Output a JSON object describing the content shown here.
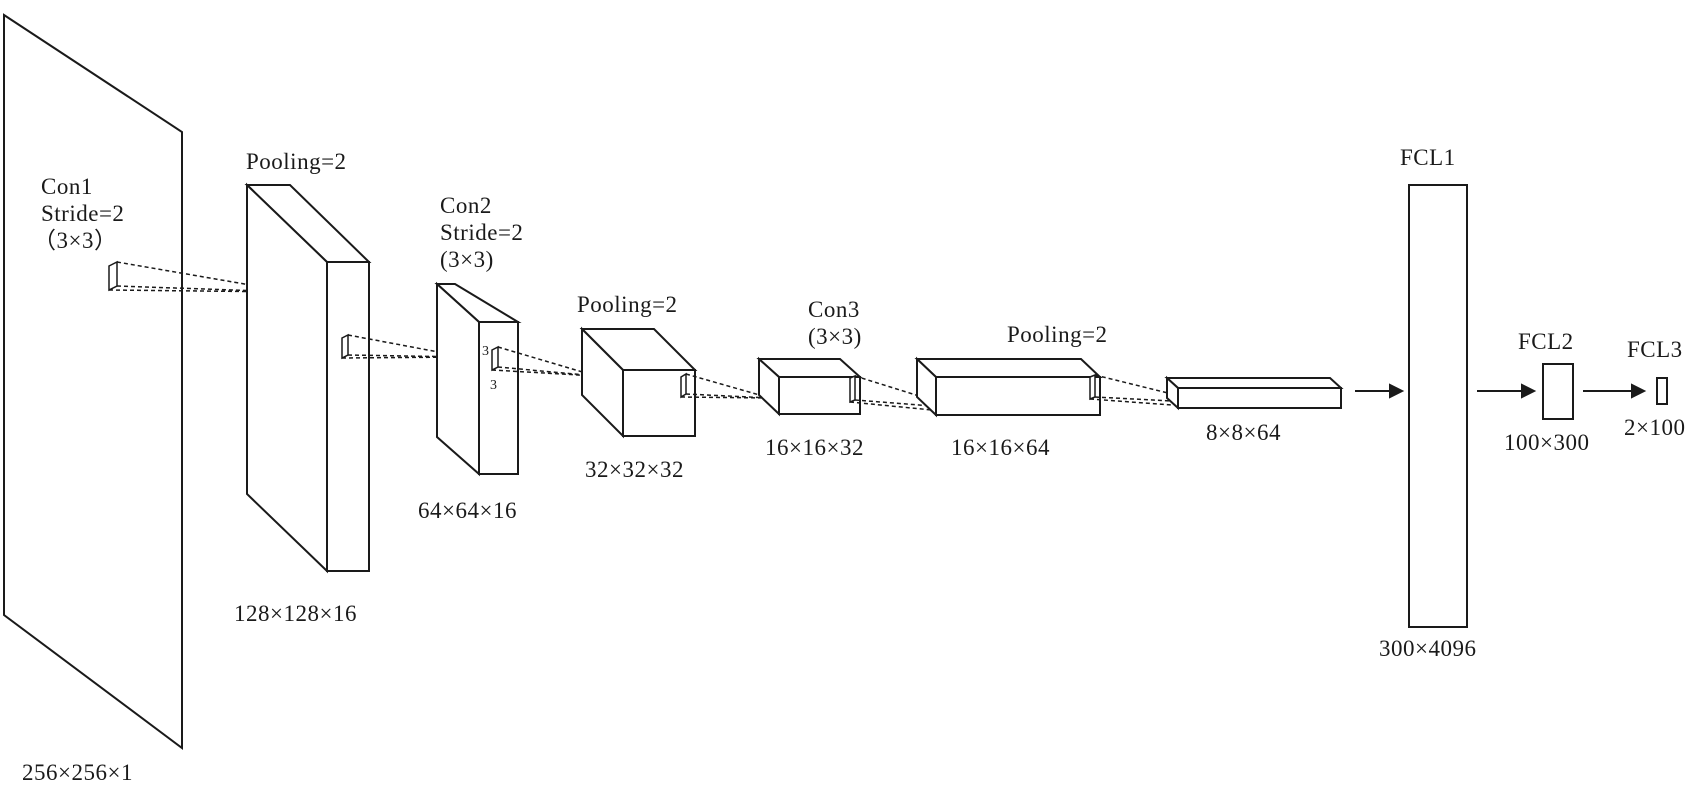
{
  "layers": [
    {
      "id": "input",
      "dims": "256×256×1"
    },
    {
      "id": "pool1",
      "op": "Pooling=2",
      "dims": "128×128×16"
    },
    {
      "id": "conv2",
      "op_lines": [
        "Con2",
        "Stride=2",
        "(3×3)"
      ],
      "dims": "64×64×16",
      "kernel_marks": [
        "3",
        "3"
      ]
    },
    {
      "id": "pool2",
      "op": "Pooling=2",
      "dims": "32×32×32"
    },
    {
      "id": "conv3",
      "op_lines": [
        "Con3",
        "(3×3)"
      ],
      "dims": "16×16×32"
    },
    {
      "id": "pool3",
      "op": "Pooling=2",
      "dims": "16×16×64"
    },
    {
      "id": "flat",
      "dims": "8×8×64"
    },
    {
      "id": "fcl1",
      "name": "FCL1",
      "dims": "300×4096"
    },
    {
      "id": "fcl2",
      "name": "FCL2",
      "dims": "100×300"
    },
    {
      "id": "fcl3",
      "name": "FCL3",
      "dims": "2×100"
    }
  ],
  "conv1": {
    "lines": [
      "Con1",
      "Stride=2",
      "（3×3）"
    ]
  },
  "colors": {
    "stroke": "#1a1a1a",
    "fill": "#ffffff"
  }
}
